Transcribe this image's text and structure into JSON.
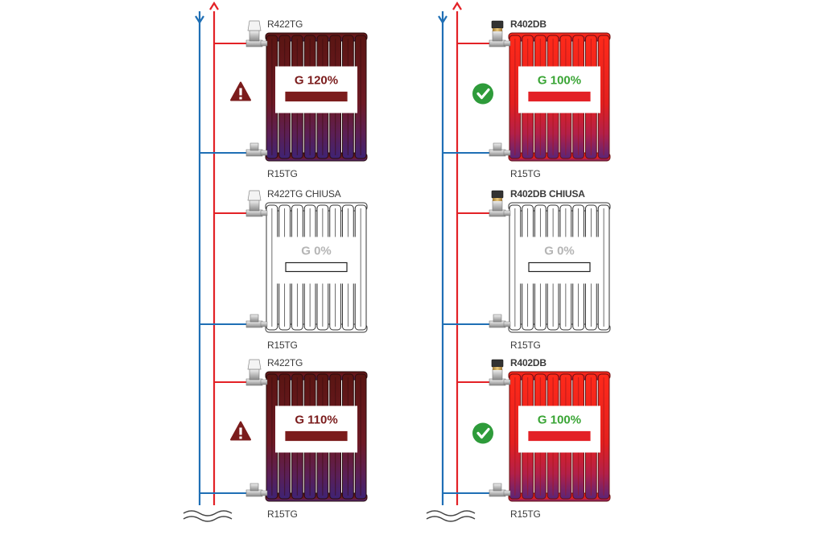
{
  "colors": {
    "supply": "#e32126",
    "return": "#1f6fb5",
    "overflow": "#7b1c1c",
    "ok": "#3aa535",
    "warn_badge": "#7b1c1c",
    "ok_badge": "#2e9b3a",
    "off": "#b5b5b5"
  },
  "columns": [
    {
      "id": "left",
      "radiators": [
        {
          "valve_label": "R422TG",
          "valve_bold": false,
          "return_label": "R15TG",
          "flow": "G 120%",
          "state": "overflow",
          "badge": "warning-icon"
        },
        {
          "valve_label": "R422TG CHIUSA",
          "valve_bold": false,
          "return_label": "R15TG",
          "flow": "G 0%",
          "state": "off",
          "badge": ""
        },
        {
          "valve_label": "R422TG",
          "valve_bold": false,
          "return_label": "R15TG",
          "flow": "G 110%",
          "state": "overflow",
          "badge": "warning-icon"
        }
      ]
    },
    {
      "id": "right",
      "radiators": [
        {
          "valve_label": "R402DB",
          "valve_bold": true,
          "return_label": "R15TG",
          "flow": "G 100%",
          "state": "ok",
          "badge": "check-icon"
        },
        {
          "valve_label": "R402DB CHIUSA",
          "valve_bold": true,
          "return_label": "R15TG",
          "flow": "G 0%",
          "state": "off",
          "badge": ""
        },
        {
          "valve_label": "R402DB",
          "valve_bold": true,
          "return_label": "R15TG",
          "flow": "G 100%",
          "state": "ok",
          "badge": "check-icon"
        }
      ]
    }
  ]
}
